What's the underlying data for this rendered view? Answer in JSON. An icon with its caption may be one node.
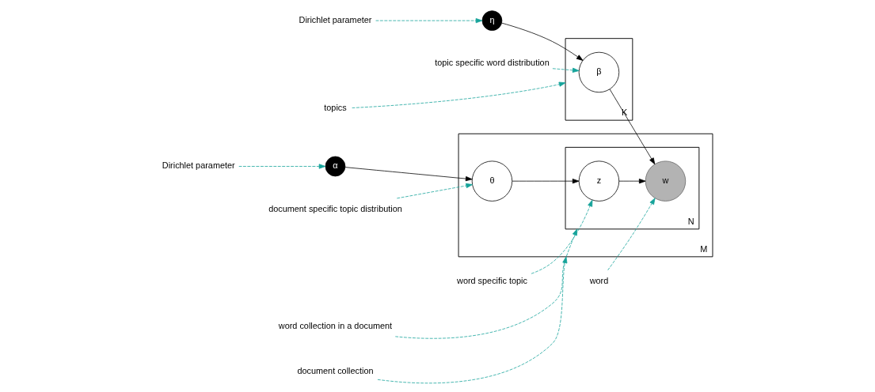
{
  "diagram": {
    "nodes": [
      {
        "text": [
          "M"
        ]
      },
      {
        "text": [
          "N"
        ],
        "in": 0
      },
      {
        "text": [
          "K"
        ]
      },
      {
        "text": [
          "α"
        ]
      },
      {
        "text": [
          "θ"
        ],
        "in": 0
      },
      {
        "text": [
          "z"
        ],
        "in": 1
      },
      {
        "text": [
          "w"
        ],
        "in": 1
      },
      {
        "text": [
          "β"
        ],
        "in": 2
      },
      {
        "text": [
          "η"
        ]
      },
      {
        "text": [
          "Dirichlet parameter"
        ]
      },
      {
        "text": [
          "document specific topic distribution"
        ]
      },
      {
        "text": [
          "word specific topic"
        ]
      },
      {
        "text": [
          "word"
        ]
      },
      {
        "text": [
          "topic specific word distribution"
        ]
      },
      {
        "text": [
          "Dirichlet parameter"
        ]
      },
      {
        "text": [
          "word collection in a document"
        ]
      },
      {
        "text": [
          "document collection"
        ]
      },
      {
        "text": [
          "topics"
        ]
      }
    ],
    "edges": [
      {
        "from": 3,
        "to": 4,
        "arrow": "to",
        "color": "#000000"
      },
      {
        "from": 4,
        "to": 5,
        "arrow": "to",
        "color": "#000000"
      },
      {
        "from": 5,
        "to": 6,
        "arrow": "to",
        "color": "#000000"
      },
      {
        "from": 7,
        "to": 6,
        "arrow": "to",
        "color": "#000000"
      },
      {
        "from": 8,
        "to": 7,
        "arrow": "to",
        "color": "#000000"
      },
      {
        "from": 9,
        "to": 3,
        "arrow": "to",
        "style": "dashed"
      },
      {
        "from": 10,
        "to": 4,
        "arrow": "to",
        "style": "dashed"
      },
      {
        "from": 11,
        "to": 5,
        "arrow": "to",
        "style": "dashed"
      },
      {
        "from": 12,
        "to": 6,
        "arrow": "to",
        "style": "dashed"
      },
      {
        "from": 13,
        "to": 7,
        "arrow": "to",
        "style": "dashed"
      },
      {
        "from": 14,
        "to": 8,
        "arrow": "to",
        "style": "dashed"
      },
      {
        "from": 15,
        "to": 1,
        "arrow": "to",
        "style": "dashed"
      },
      {
        "from": 16,
        "to": 0,
        "arrow": "to",
        "style": "dashed"
      },
      {
        "from": 17,
        "to": 2,
        "arrow": "to",
        "style": "dashed"
      }
    ]
  }
}
